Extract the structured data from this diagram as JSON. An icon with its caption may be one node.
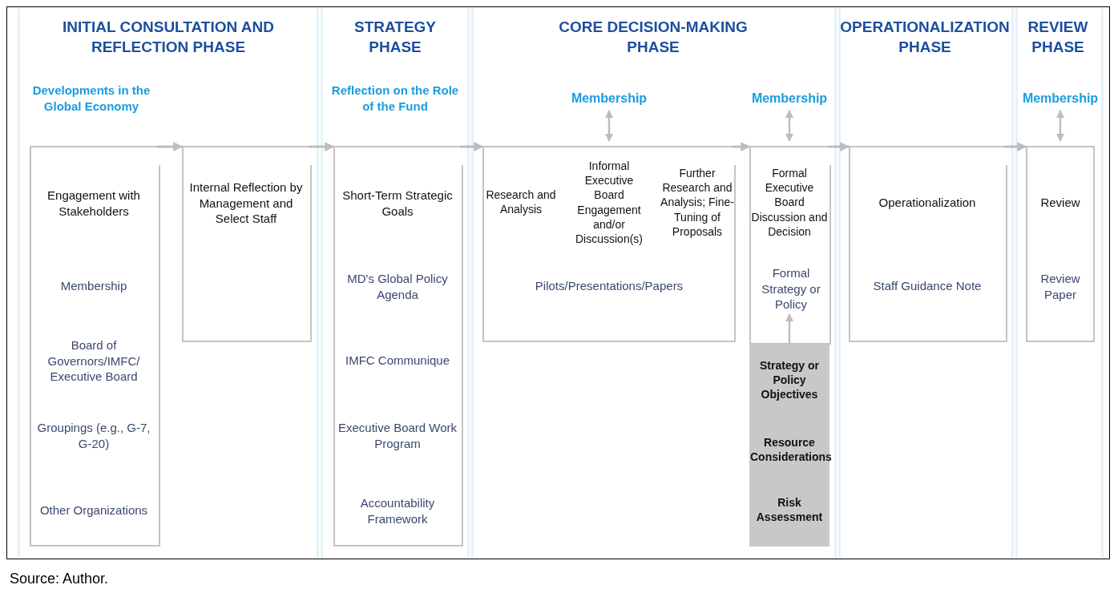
{
  "diagram": {
    "caption": "Source: Author.",
    "nodes": [
      {
        "text": [
          "INITIAL CONSULTATION AND REFLECTION PHASE",
          "Developments in the Global Economy"
        ]
      },
      {
        "text": [
          "Engagement with Stakeholders",
          "Membership",
          "Board of Governors/IMFC/ Executive Board",
          "Groupings (e.g., G-7, G-20)",
          "Other Organizations"
        ],
        "in": 0
      },
      {
        "text": [
          "Internal Reflection by Management and Select Staff"
        ],
        "in": 0
      },
      {
        "text": [
          "STRATEGY PHASE",
          "Reflection on the Role of the Fund"
        ]
      },
      {
        "text": [
          "Short-Term Strategic Goals",
          "MD's Global Policy Agenda",
          "IMFC Communique",
          "Executive Board Work Program",
          "Accountability Framework"
        ],
        "in": 3
      },
      {
        "text": [
          "CORE DECISION-MAKING PHASE"
        ]
      },
      {
        "text": [
          "Membership"
        ],
        "in": 5
      },
      {
        "text": [
          "Research and Analysis",
          "Informal Executive Board Engagement and/or Discussion(s)",
          "Further Research and Analysis; Fine-Tuning of Proposals",
          "Pilots/Presentations/Papers"
        ],
        "in": 5
      },
      {
        "text": [
          "Membership"
        ],
        "in": 5
      },
      {
        "text": [
          "Formal Executive Board Discussion and Decision"
        ],
        "in": 5
      },
      {
        "text": [
          "Formal Strategy or Policy"
        ],
        "in": 9
      },
      {
        "text": [
          "Strategy or Policy Objectives",
          "Resource Considerations",
          "Risk Assessment"
        ],
        "in": 5
      },
      {
        "text": [
          "OPERATIONALIZATION PHASE"
        ]
      },
      {
        "text": [
          "Operationalization",
          "Staff Guidance Note"
        ],
        "in": 12
      },
      {
        "text": [
          "REVIEW PHASE"
        ]
      },
      {
        "text": [
          "Membership"
        ],
        "in": 14
      },
      {
        "text": [
          "Review",
          "Review Paper"
        ],
        "in": 14
      }
    ],
    "edges": [
      {
        "from": 1,
        "to": 2,
        "arrow": "to"
      },
      {
        "from": 2,
        "to": 4,
        "arrow": "to"
      },
      {
        "from": 4,
        "to": 7,
        "arrow": "to"
      },
      {
        "from": 7,
        "to": 9,
        "arrow": "to"
      },
      {
        "from": 9,
        "to": 13,
        "arrow": "to"
      },
      {
        "from": 13,
        "to": 16,
        "arrow": "to"
      },
      {
        "from": 6,
        "to": 7,
        "arrow": "both"
      },
      {
        "from": 8,
        "to": 9,
        "arrow": "both"
      },
      {
        "from": 15,
        "to": 16,
        "arrow": "both"
      },
      {
        "from": 11,
        "to": 10,
        "arrow": "to"
      }
    ]
  }
}
